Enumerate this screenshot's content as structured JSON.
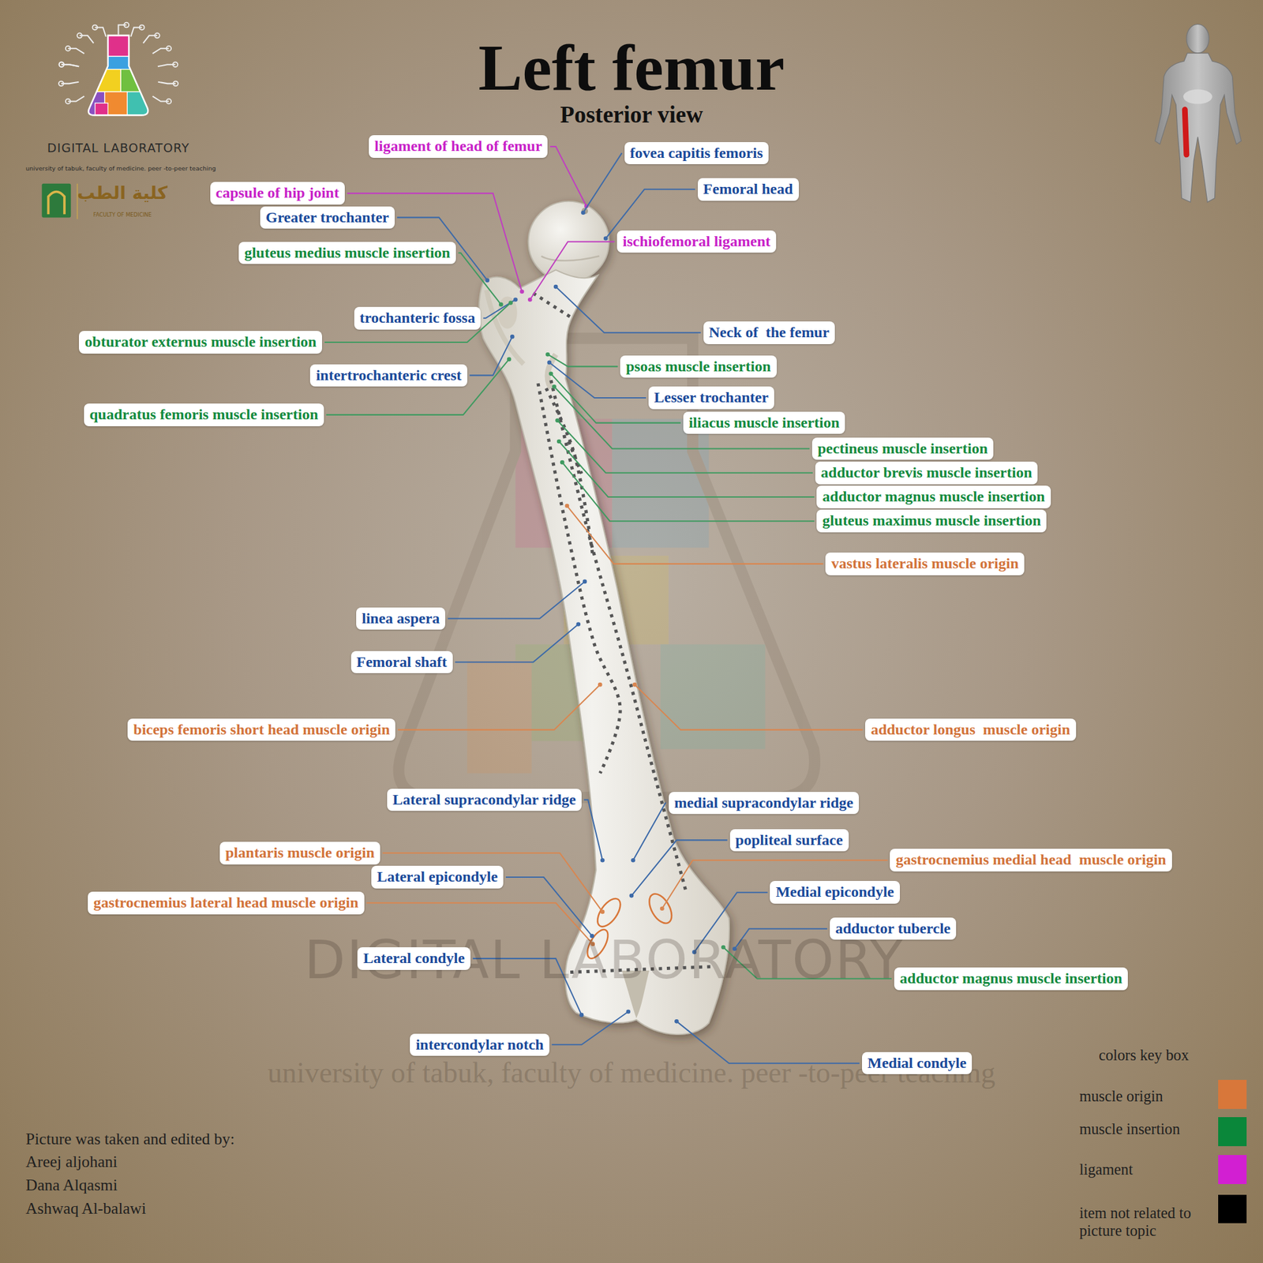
{
  "diagram": {
    "title": "Left femur",
    "nodes": [
      {
        "text": [
          "ligament of head of femur"
        ]
      },
      {
        "text": [
          "fovea capitis femoris"
        ]
      },
      {
        "text": [
          "capsule of hip joint"
        ]
      },
      {
        "text": [
          "Greater trochanter"
        ]
      },
      {
        "text": [
          "Femoral head"
        ]
      },
      {
        "text": [
          "ischiofemoral ligament"
        ]
      },
      {
        "text": [
          "gluteus medius muscle insertion"
        ]
      },
      {
        "text": [
          "trochanteric fossa"
        ]
      },
      {
        "text": [
          "Neck of  the femur"
        ]
      },
      {
        "text": [
          "obturator externus muscle insertion"
        ]
      },
      {
        "text": [
          "psoas muscle insertion"
        ]
      },
      {
        "text": [
          "intertrochanteric crest"
        ]
      },
      {
        "text": [
          "Lesser trochanter"
        ]
      },
      {
        "text": [
          "quadratus femoris muscle insertion"
        ]
      },
      {
        "text": [
          "iliacus muscle insertion"
        ]
      },
      {
        "text": [
          "pectineus muscle insertion"
        ]
      },
      {
        "text": [
          "adductor brevis muscle insertion"
        ]
      },
      {
        "text": [
          "adductor magnus muscle insertion"
        ]
      },
      {
        "text": [
          "gluteus maximus muscle insertion"
        ]
      },
      {
        "text": [
          "vastus lateralis muscle origin"
        ]
      },
      {
        "text": [
          "linea aspera"
        ]
      },
      {
        "text": [
          "Femoral shaft"
        ]
      },
      {
        "text": [
          "biceps femoris short head muscle origin"
        ]
      },
      {
        "text": [
          "adductor longus  muscle origin"
        ]
      },
      {
        "text": [
          "Lateral supracondylar ridge"
        ]
      },
      {
        "text": [
          "medial supracondylar ridge"
        ]
      },
      {
        "text": [
          "popliteal surface"
        ]
      },
      {
        "text": [
          "plantaris muscle origin"
        ]
      },
      {
        "text": [
          "gastrocnemius medial head  muscle origin"
        ]
      },
      {
        "text": [
          "Lateral epicondyle"
        ]
      },
      {
        "text": [
          "Medial epicondyle"
        ]
      },
      {
        "text": [
          "gastrocnemius lateral head muscle origin"
        ]
      },
      {
        "text": [
          "adductor tubercle"
        ]
      },
      {
        "text": [
          "Lateral condyle"
        ]
      },
      {
        "text": [
          "adductor magnus muscle insertion"
        ]
      },
      {
        "text": [
          "intercondylar notch"
        ]
      },
      {
        "text": [
          "Medial condyle"
        ]
      }
    ],
    "labels": [
      "Posterior view",
      "DIGITAL LABORATORY",
      "university of tabuk, faculty of medicine. peer -to-peer teaching",
      "كلية الطب",
      "FACULTY OF MEDICINE",
      "DIGITAL LABORATORY",
      "university of tabuk, faculty of medicine. peer -to-peer teaching",
      "Picture was taken and edited by:",
      "Areej aljohani",
      "Dana Alqasmi",
      "Ashwaq Al-balawi",
      "colors key box"
    ],
    "legend": [
      {
        "text": "muscle origin",
        "color": "#d8773a"
      },
      {
        "text": "muscle insertion",
        "color": "#0a873a"
      },
      {
        "text": "ligament",
        "color": "#d21fd2"
      },
      {
        "text": "item not related to picture topic",
        "color": "#000000"
      }
    ]
  }
}
